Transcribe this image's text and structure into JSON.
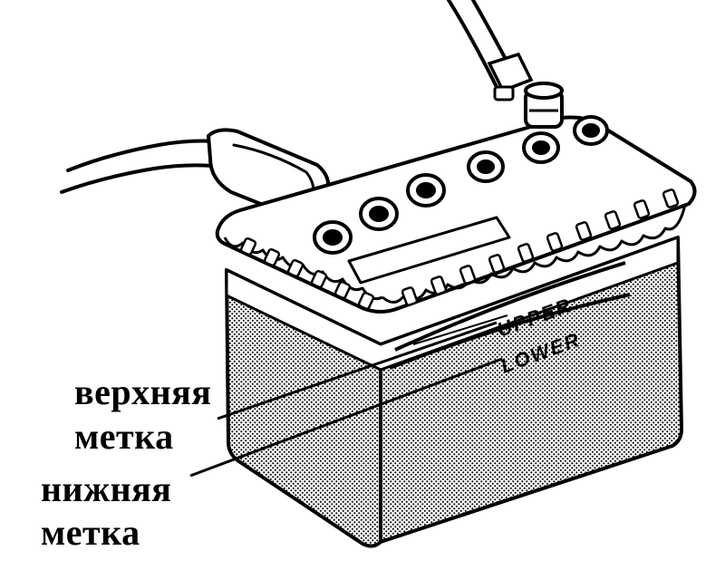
{
  "diagram": {
    "subject": "battery-electrolyte-level-marks",
    "case_markings": {
      "upper": "UPPER",
      "lower": "LOWER"
    },
    "callouts": [
      {
        "id": "upper",
        "lines": [
          "верхняя",
          "метка"
        ]
      },
      {
        "id": "lower",
        "lines": [
          "нижняя",
          "метка"
        ]
      }
    ],
    "colors": {
      "ink": "#000000",
      "paper": "#ffffff"
    }
  }
}
